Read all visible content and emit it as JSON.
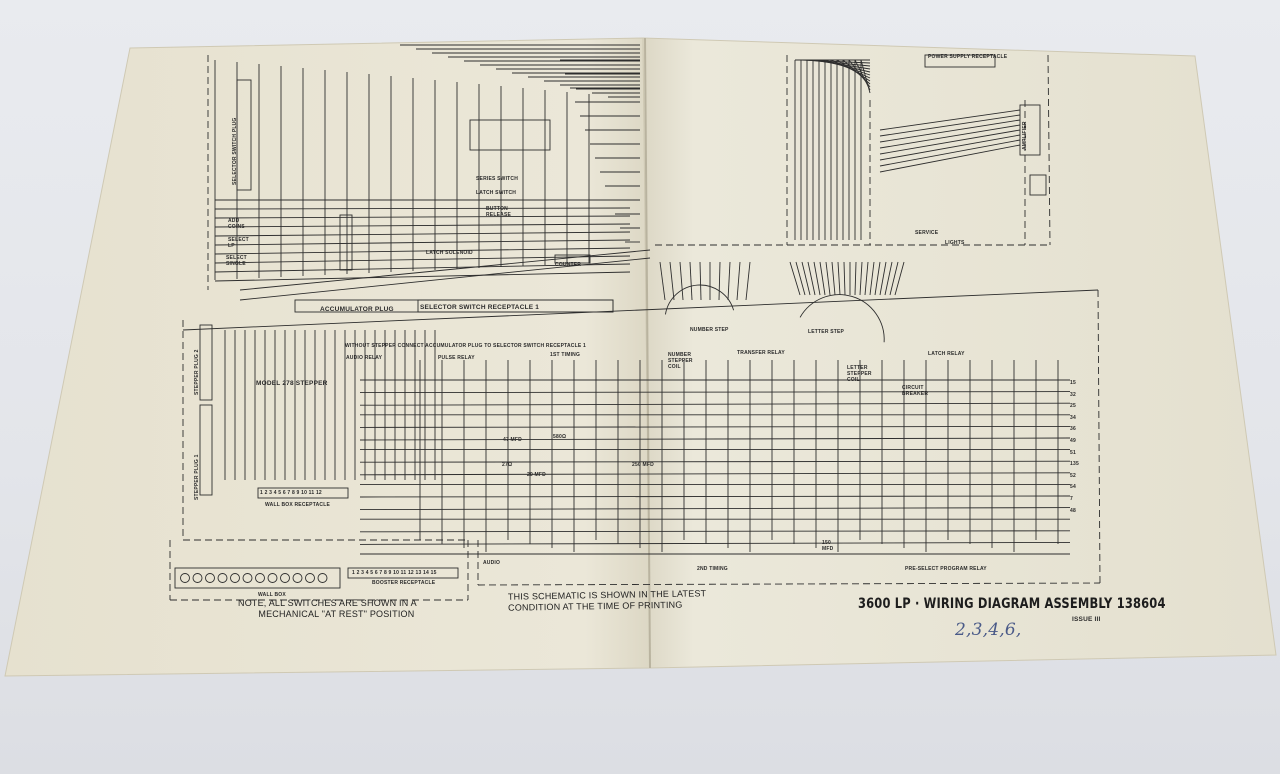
{
  "document": {
    "title": "3600 LP · WIRING DIAGRAM ASSEMBLY 138604",
    "issue": "ISSUE III",
    "handwritten_note": "2,3,4,6,",
    "note_switches": [
      "NOTE, ALL SWITCHES ARE SHOWN IN A",
      "MECHANICAL \"AT REST\" POSITION"
    ],
    "note_schematic": [
      "THIS SCHEMATIC IS SHOWN IN THE LATEST",
      "CONDITION AT THE TIME OF PRINTING"
    ]
  },
  "labels": {
    "selector_switch_receptacle": "SELECTOR SWITCH RECEPTACLE 1",
    "accumulator_plug": "ACCUMULATOR PLUG",
    "without_stepper": "WITHOUT STEPPER CONNECT ACCUMULATOR PLUG TO SELECTOR SWITCH RECEPTACLE 1",
    "audio_relay": "AUDIO RELAY",
    "pulse_relay": "PULSE RELAY",
    "first_timing": "1ST TIMING",
    "second_timing": "2ND TIMING",
    "model_stepper": "MODEL 278 STEPPER",
    "stepper_plug_1": "STEPPER PLUG 1",
    "stepper_plug_2": "STEPPER PLUG 2",
    "selector_switch": "SELECTOR SWITCH PLUG",
    "wall_box": "WALL BOX",
    "wall_box_receptacle": "WALL BOX RECEPTACLE",
    "booster_receptacle": "BOOSTER RECEPTACLE",
    "number_step": "NUMBER STEP",
    "letter_step": "LETTER STEP",
    "transfer_relay": "TRANSFER RELAY",
    "latch_relay": "LATCH RELAY",
    "number_stepper_coil": "NUMBER STEPPER COIL",
    "letter_stepper_coil": "LETTER STEPPER COIL",
    "circuit_breaker": "CIRCUIT BREAKER",
    "pre_select_program_relay": "PRE-SELECT PROGRAM RELAY",
    "power_supply_receptacle": "POWER SUPPLY RECEPTACLE",
    "amplifier": "AMPLIFIER",
    "lights": "LIGHTS",
    "service": "SERVICE",
    "latch_solenoid": "LATCH SOLENOID",
    "counter": "COUNTER",
    "series_switch": "SERIES SWITCH",
    "latch_switch": "LATCH SWITCH",
    "button_release": "BUTTON RELEASE",
    "add_coins": "ADD COINS",
    "select_lp": "SELECT LP",
    "select_single": "SELECT SINGLE",
    "audio": "AUDIO",
    "cap_47": "47 MFD",
    "cap_20": "20 MFD",
    "cap_250": "250 MFD",
    "res_580": "580Ω",
    "res_27": "27Ω",
    "cap_150": "150 MFD",
    "wall_box_numbers": "1 2 3 4 5 6 7 8 9 10 11 12",
    "booster_numbers": "1 2 3 4 5 6 7 8 9 10 11 12 13 14 15",
    "wire_numbers_right": [
      "15",
      "32",
      "25",
      "34",
      "36",
      "49",
      "51",
      "135",
      "52",
      "54",
      "7",
      "48"
    ]
  },
  "colors": {
    "paper": "#e9e5d5",
    "ink": "#2a2a2a",
    "background": "#e4e6ea",
    "pen": "#4a5a88"
  }
}
